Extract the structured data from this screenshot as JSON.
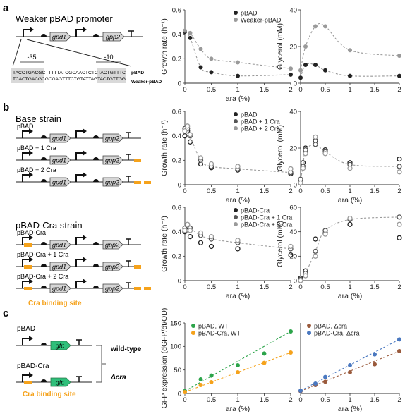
{
  "panel_labels": [
    "a",
    "b",
    "c"
  ],
  "panel_a": {
    "title": "Weaker pBAD promoter",
    "gene1": "gpd1",
    "gene2": "gpp2",
    "box_minus35": "-35",
    "box_minus10": "-10",
    "seq_top": "TACCTGACGCTTTTTATCGCAACTCTCTACTGTTTC",
    "seq_bottom": "TCACTGACGCGCGAGTTTCTGTATTAGTACTGTTGG",
    "seq_label_top": "pBAD",
    "seq_label_bottom": "Weaker-pBAD"
  },
  "panel_b": {
    "base_title": "Base strain",
    "base_constructs": [
      "pBAD",
      "pBAD + 1 Cra",
      "pBAD + 2 Cra"
    ],
    "cra_title": "pBAD-Cra strain",
    "cra_constructs": [
      "pBAD-Cra",
      "pBAD-Cra + 1 Cra",
      "pBAD-Cra + 2 Cra"
    ],
    "binding_site_label": "Cra binding site",
    "gene1": "gpd1",
    "gene2": "gpp2"
  },
  "panel_c": {
    "construct1": "pBAD",
    "construct2": "pBAD-Cra",
    "gene": "gfp",
    "wt_label": "wild-type",
    "delta_label": "Δcra",
    "binding_site_label": "Cra binding site"
  },
  "colors": {
    "black_series": "#222222",
    "dark_grey": "#555555",
    "grey_series": "#9a9a9a",
    "green": "#2ca44a",
    "orange": "#f5a21b",
    "brown": "#9a5a3c",
    "blue": "#4a78c0",
    "cra_site": "#f5a21b",
    "gfp_box": "#2ebf7a",
    "gene_box": "#d6d6d6"
  },
  "chart_data": [
    {
      "id": "a_growth",
      "type": "scatter",
      "xlabel": "ara (%)",
      "ylabel": "Growth rate (h⁻¹)",
      "xlim": [
        0,
        2
      ],
      "ylim": [
        0,
        0.6
      ],
      "xticks": [
        "0",
        "0.5",
        "1",
        "1.5",
        "2"
      ],
      "yticks": [
        "0",
        "0.2",
        "0.4",
        "0.6"
      ],
      "legend_position": "top-right",
      "series": [
        {
          "name": "pBAD",
          "color": "#222222",
          "x": [
            0,
            0.1,
            0.3,
            0.5,
            1,
            2
          ],
          "y": [
            0.42,
            0.37,
            0.13,
            0.09,
            0.06,
            0.07
          ],
          "fit": true
        },
        {
          "name": "Weaker-pBAD",
          "color": "#9a9a9a",
          "x": [
            0,
            0.1,
            0.3,
            0.5,
            1,
            2
          ],
          "y": [
            0.43,
            0.41,
            0.28,
            0.2,
            0.17,
            0.12
          ],
          "fit": true
        }
      ]
    },
    {
      "id": "a_glycerol",
      "type": "scatter",
      "xlabel": "",
      "ylabel": "Glycerol (mM)",
      "xlim": [
        0,
        2
      ],
      "ylim": [
        0,
        40
      ],
      "xticks": [
        "0",
        "0.5",
        "1",
        "1.5",
        "2"
      ],
      "yticks": [
        "0",
        "20",
        "40"
      ],
      "legend_position": "none",
      "series": [
        {
          "name": "pBAD",
          "color": "#222222",
          "x": [
            0,
            0.1,
            0.3,
            0.5,
            1,
            2
          ],
          "y": [
            3,
            10,
            10,
            7,
            4,
            4
          ],
          "fit": true
        },
        {
          "name": "Weaker-pBAD",
          "color": "#9a9a9a",
          "x": [
            0,
            0.1,
            0.3,
            0.5,
            1,
            2
          ],
          "y": [
            7,
            20,
            31,
            31,
            18,
            15
          ],
          "fit": true
        }
      ]
    },
    {
      "id": "b_growth_base",
      "type": "scatter",
      "xlabel": "ara (%)",
      "ylabel": "Growth rate (h⁻¹)",
      "xlim": [
        0,
        2
      ],
      "ylim": [
        0,
        0.6
      ],
      "xticks": [
        "0",
        "0.5",
        "1",
        "1.5",
        "2"
      ],
      "yticks": [
        "0",
        "0.2",
        "0.4",
        "0.6"
      ],
      "legend_position": "top-right",
      "series": [
        {
          "name": "pBAD",
          "color": "#222222",
          "x": [
            0,
            0.05,
            0.1,
            0.3,
            0.5,
            1,
            2
          ],
          "y": [
            0.4,
            0.44,
            0.35,
            0.17,
            0.14,
            0.12,
            0.09
          ],
          "fit": false
        },
        {
          "name": "pBAD + 1 Cra",
          "color": "#555555",
          "x": [
            0,
            0.05,
            0.1,
            0.3,
            0.5,
            1,
            2
          ],
          "y": [
            0.46,
            0.46,
            0.4,
            0.2,
            0.15,
            0.13,
            0.1
          ],
          "fit": true
        },
        {
          "name": "pBAD + 2 Cra",
          "color": "#9a9a9a",
          "x": [
            0,
            0.05,
            0.1,
            0.3,
            0.5,
            1,
            2
          ],
          "y": [
            0.44,
            0.48,
            0.41,
            0.22,
            0.17,
            0.15,
            0.13
          ],
          "fit": false
        }
      ]
    },
    {
      "id": "b_glycerol_base",
      "type": "scatter",
      "xlabel": "ara (%)",
      "ylabel": "Glycerol (mM)",
      "xlim": [
        0,
        2
      ],
      "ylim": [
        0,
        40
      ],
      "xticks": [
        "0",
        "0.5",
        "1",
        "1.5",
        "2"
      ],
      "yticks": [
        "0",
        "20",
        "40"
      ],
      "legend_position": "none",
      "series": [
        {
          "name": "pBAD",
          "color": "#222222",
          "x": [
            0,
            0.05,
            0.1,
            0.3,
            0.5,
            1,
            2
          ],
          "y": [
            2,
            12,
            20,
            24,
            19,
            12,
            14
          ],
          "fit": false
        },
        {
          "name": "pBAD + 1 Cra",
          "color": "#555555",
          "x": [
            0,
            0.05,
            0.1,
            0.3,
            0.5,
            1,
            2
          ],
          "y": [
            3,
            10,
            19,
            22,
            18,
            11,
            10
          ],
          "fit": true
        },
        {
          "name": "pBAD + 2 Cra",
          "color": "#9a9a9a",
          "x": [
            0,
            0.05,
            0.1,
            0.3,
            0.5,
            1,
            2
          ],
          "y": [
            1,
            9,
            17,
            26,
            17,
            9,
            7
          ],
          "fit": false
        }
      ]
    },
    {
      "id": "b_growth_cra",
      "type": "scatter",
      "xlabel": "ara (%)",
      "ylabel": "Growth rate (h⁻¹)",
      "xlim": [
        0,
        2
      ],
      "ylim": [
        0,
        0.6
      ],
      "xticks": [
        "0",
        "0.5",
        "1",
        "1.5",
        "2"
      ],
      "yticks": [
        "0",
        "0.2",
        "0.4",
        "0.6"
      ],
      "legend_position": "top-right",
      "series": [
        {
          "name": "pBAD-Cra",
          "color": "#222222",
          "x": [
            0,
            0.05,
            0.1,
            0.3,
            0.5,
            1,
            2
          ],
          "y": [
            0.4,
            0.44,
            0.36,
            0.31,
            0.28,
            0.26,
            0.21
          ],
          "fit": false
        },
        {
          "name": "pBAD-Cra + 1 Cra",
          "color": "#555555",
          "x": [
            0,
            0.05,
            0.1,
            0.3,
            0.5,
            1,
            2
          ],
          "y": [
            0.43,
            0.45,
            0.43,
            0.37,
            0.34,
            0.31,
            0.26
          ],
          "fit": true
        },
        {
          "name": "pBAD-Cra + 2 Cra",
          "color": "#9a9a9a",
          "x": [
            0,
            0.05,
            0.1,
            0.3,
            0.5,
            1,
            2
          ],
          "y": [
            0.41,
            0.46,
            0.41,
            0.39,
            0.36,
            0.33,
            0.28
          ],
          "fit": false
        }
      ]
    },
    {
      "id": "b_glycerol_cra",
      "type": "scatter",
      "xlabel": "ara (%)",
      "ylabel": "Glycerol (mM)",
      "xlim": [
        0,
        2
      ],
      "ylim": [
        0,
        60
      ],
      "xticks": [
        "0",
        "0.5",
        "1",
        "1.5",
        "2"
      ],
      "yticks": [
        "0",
        "20",
        "40",
        "60"
      ],
      "legend_position": "none",
      "series": [
        {
          "name": "pBAD-Cra",
          "color": "#222222",
          "x": [
            0,
            0.1,
            0.3,
            0.5,
            1,
            2
          ],
          "y": [
            2,
            8,
            34,
            39,
            46,
            35
          ],
          "fit": false
        },
        {
          "name": "pBAD-Cra + 1 Cra",
          "color": "#555555",
          "x": [
            0,
            0.1,
            0.3,
            0.5,
            1,
            2
          ],
          "y": [
            1,
            6,
            24,
            41,
            50,
            52
          ],
          "fit": true
        },
        {
          "name": "pBAD-Cra + 2 Cra",
          "color": "#9a9a9a",
          "x": [
            0,
            0.1,
            0.3,
            0.5,
            1,
            2
          ],
          "y": [
            0,
            4,
            20,
            38,
            51,
            46
          ],
          "fit": false
        }
      ]
    },
    {
      "id": "c_gfp_wt",
      "type": "scatter",
      "xlabel": "ara (%)",
      "ylabel": "GFP expression (dGFP/dt/OD)",
      "xlim": [
        0,
        2
      ],
      "ylim": [
        0,
        150
      ],
      "xticks": [
        "0",
        "0.5",
        "1",
        "1.5",
        "2"
      ],
      "yticks": [
        "0",
        "50",
        "100",
        "150"
      ],
      "legend_position": "top-left",
      "series": [
        {
          "name": "pBAD, WT",
          "color": "#2ca44a",
          "x": [
            0,
            0.3,
            0.5,
            1,
            1.5,
            2
          ],
          "y": [
            5,
            30,
            38,
            60,
            85,
            132
          ],
          "fit": true
        },
        {
          "name": "pBAD-Cra, WT",
          "color": "#f5a21b",
          "x": [
            0,
            0.3,
            0.5,
            1,
            1.5,
            2
          ],
          "y": [
            3,
            18,
            24,
            45,
            65,
            87
          ],
          "fit": true
        }
      ]
    },
    {
      "id": "c_gfp_dcra",
      "type": "scatter",
      "xlabel": "ara (%)",
      "ylabel": "",
      "xlim": [
        0,
        2
      ],
      "ylim": [
        0,
        150
      ],
      "xticks": [
        "0",
        "0.5",
        "1",
        "1.5",
        "2"
      ],
      "yticks": [],
      "legend_position": "top-left",
      "series": [
        {
          "name": "pBAD, Δcra",
          "color": "#9a5a3c",
          "x": [
            0,
            0.3,
            0.5,
            1,
            1.5,
            2
          ],
          "y": [
            5,
            18,
            25,
            45,
            62,
            90
          ],
          "fit": true
        },
        {
          "name": "pBAD-Cra, Δcra",
          "color": "#4a78c0",
          "x": [
            0,
            0.3,
            0.5,
            1,
            1.5,
            2
          ],
          "y": [
            6,
            21,
            35,
            60,
            83,
            115
          ],
          "fit": true
        }
      ]
    }
  ]
}
